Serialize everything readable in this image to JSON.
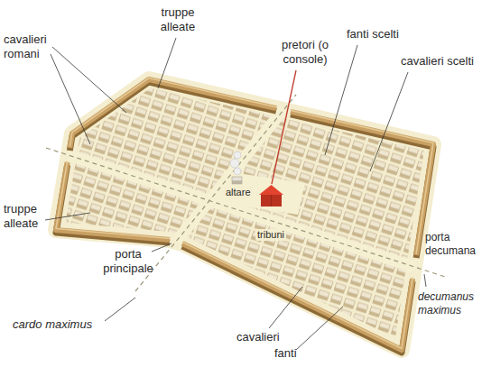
{
  "diagram": {
    "labels": [
      "truppe alleate",
      "cavalieri romani",
      "pretori (o console)",
      "fanti scelti",
      "cavalieri scelti",
      "altare",
      "tribuni",
      "truppe alleate",
      "porta principale",
      "porta decumana",
      "cardo maximus",
      "cavalieri",
      "fanti",
      "decumanus maximus"
    ]
  }
}
